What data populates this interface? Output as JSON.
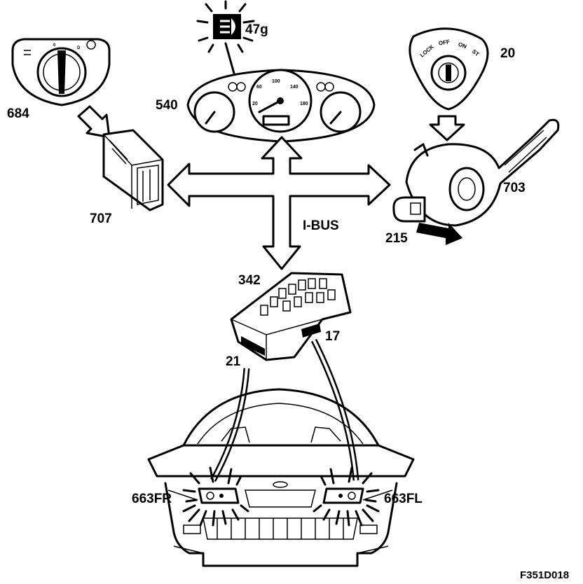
{
  "labels": {
    "headlamp_switch": "684",
    "bcm": "707",
    "instrument_cluster": "540",
    "indicator_lamp": "47g",
    "ignition_switch": "20",
    "steering_column_switch": "703",
    "stalk": "215",
    "bus": "I-BUS",
    "fuse_box": "342",
    "wire_right": "21",
    "wire_left": "17",
    "headlamp_right": "663FR",
    "headlamp_left": "663FL",
    "figure_code": "F351D018"
  },
  "ignition_positions": [
    "LOCK",
    "OFF",
    "ON",
    "ST"
  ],
  "colors": {
    "line": "#000000",
    "background": "#ffffff"
  }
}
